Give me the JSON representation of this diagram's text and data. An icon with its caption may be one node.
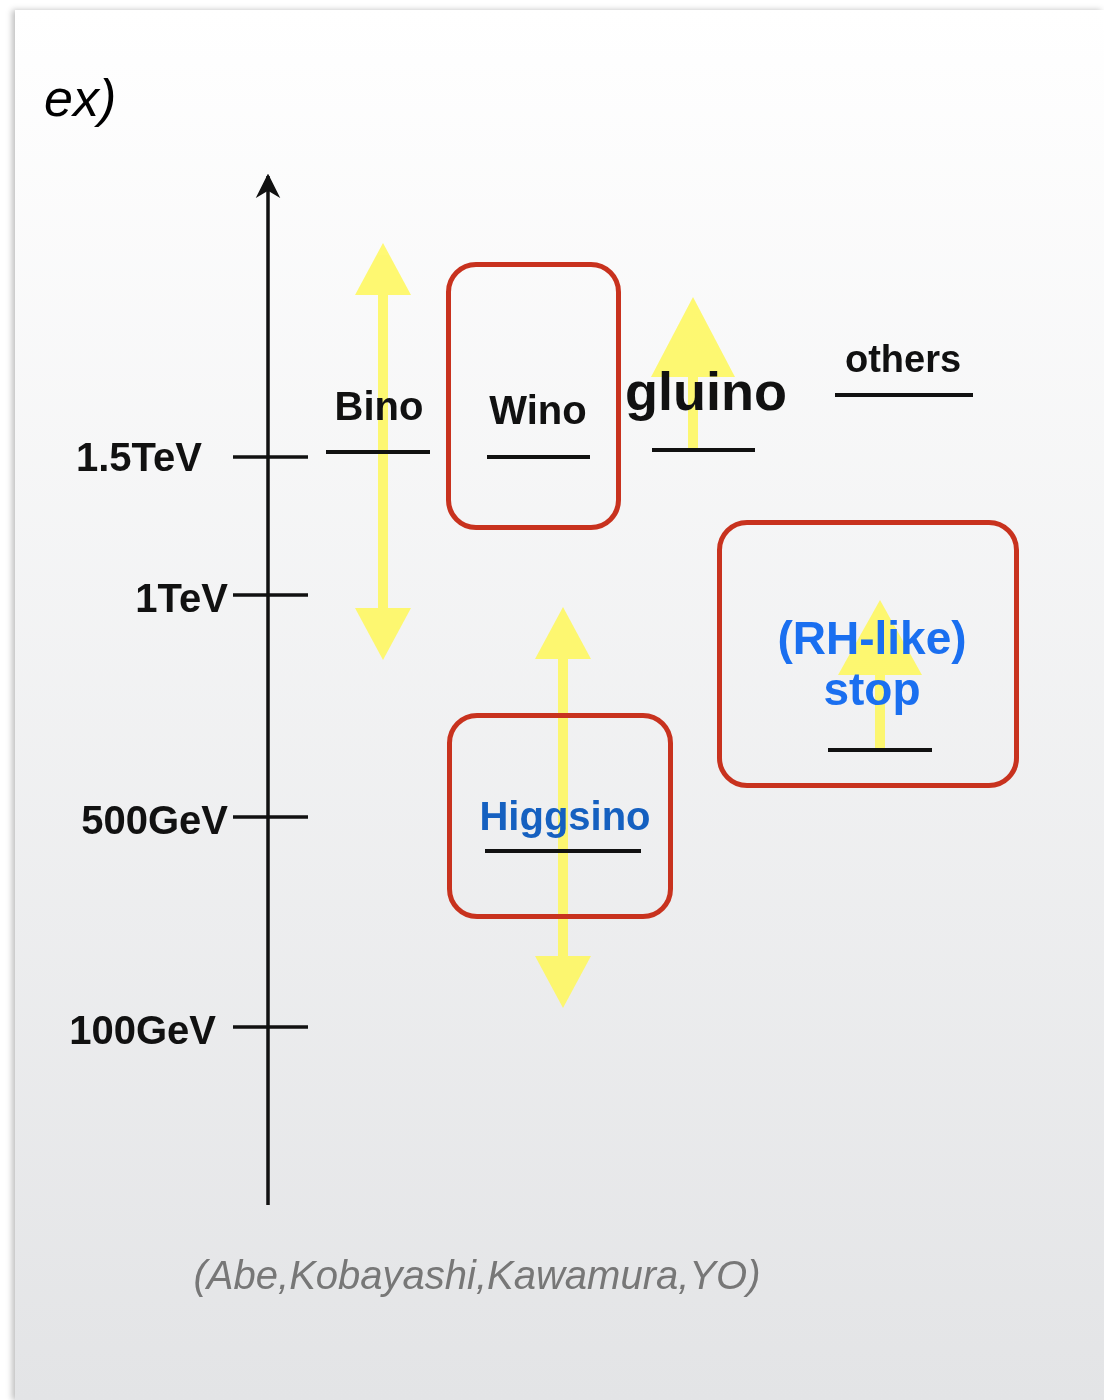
{
  "diagram": {
    "title": "ex)",
    "nodes": [
      {
        "text": [
          "Wino"
        ]
      },
      {
        "text": [
          "(RH-like) stop"
        ]
      },
      {
        "text": [
          "Higgsino"
        ]
      }
    ],
    "labels": [
      "Bino",
      "gluino",
      "others",
      "1.5TeV",
      "1TeV",
      "500GeV",
      "100GeV"
    ],
    "caption": "(Abe,Kobayashi,Kawamura,YO)"
  }
}
